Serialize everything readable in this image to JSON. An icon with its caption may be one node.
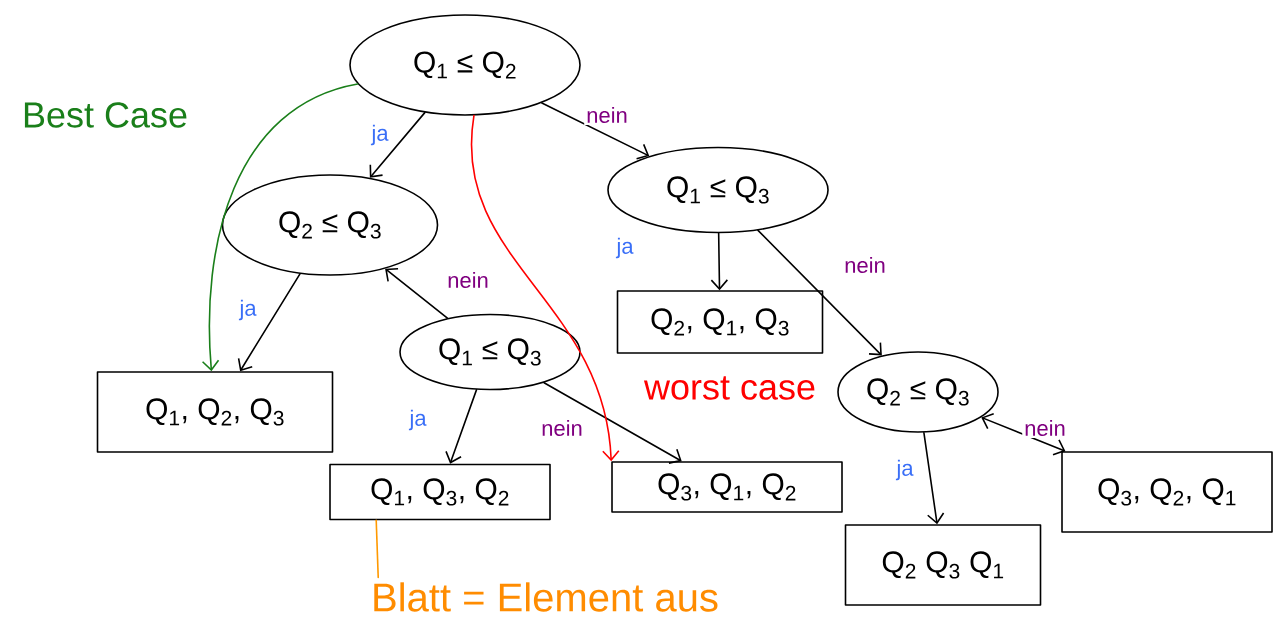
{
  "diagram": {
    "nodes": [
      {
        "text": [
          "Q$_{1}$ ≤ Q$_{2}$"
        ]
      },
      {
        "text": [
          "Q$_{2}$ ≤ Q$_{3}$"
        ]
      },
      {
        "text": [
          "Q$_{1}$ ≤ Q$_{3}$"
        ]
      },
      {
        "text": [
          "Q$_{1}$ ≤ Q$_{3}$"
        ]
      },
      {
        "text": [
          "Q$_{1}$, Q$_{2}$, Q$_{3}$"
        ]
      },
      {
        "text": [
          "Q$_{2}$, Q$_{1}$, Q$_{3}$"
        ]
      },
      {
        "text": [
          "Q$_{2}$ ≤ Q$_{3}$"
        ]
      },
      {
        "text": [
          "Q$_{1}$, Q$_{3}$, Q$_{2}$"
        ]
      },
      {
        "text": [
          "Q$_{3}$, Q$_{1}$, Q$_{2}$"
        ]
      },
      {
        "text": [
          "Q$_{3}$, Q$_{2}$, Q$_{1}$"
        ]
      },
      {
        "text": [
          "Q$_{2}$ Q$_{3}$ Q$_{1}$"
        ]
      },
      {
        "text": [
          "Blatt = Element aus"
        ]
      }
    ],
    "edges": [
      {
        "from": 0,
        "to": 1,
        "arrow": "to",
        "label": "ja"
      },
      {
        "from": 0,
        "to": 2,
        "arrow": "to",
        "label": "nein"
      },
      {
        "from": 1,
        "to": 4,
        "arrow": "to",
        "label": "ja"
      },
      {
        "from": 3,
        "to": 1,
        "arrow": "to",
        "label": "nein"
      },
      {
        "from": 2,
        "to": 5,
        "arrow": "to",
        "label": "ja"
      },
      {
        "from": 2,
        "to": 6,
        "arrow": "to",
        "label": "nein"
      },
      {
        "from": 3,
        "to": 7,
        "arrow": "to",
        "label": "ja"
      },
      {
        "from": 3,
        "to": 8,
        "arrow": "to",
        "label": "nein"
      },
      {
        "from": 6,
        "to": 10,
        "arrow": "to",
        "label": "ja"
      },
      {
        "from": 6,
        "to": 9,
        "arrow": "both",
        "label": "nein"
      },
      {
        "from": 0,
        "to": 4,
        "arrow": "to",
        "label": "Best Case",
        "color": "#1a7f1a"
      },
      {
        "from": 0,
        "to": 8,
        "arrow": "to",
        "label": "worst case",
        "color": "#ff0000"
      },
      {
        "from": 11,
        "to": 7,
        "arrow": "none",
        "color": "#ff9900"
      }
    ]
  }
}
